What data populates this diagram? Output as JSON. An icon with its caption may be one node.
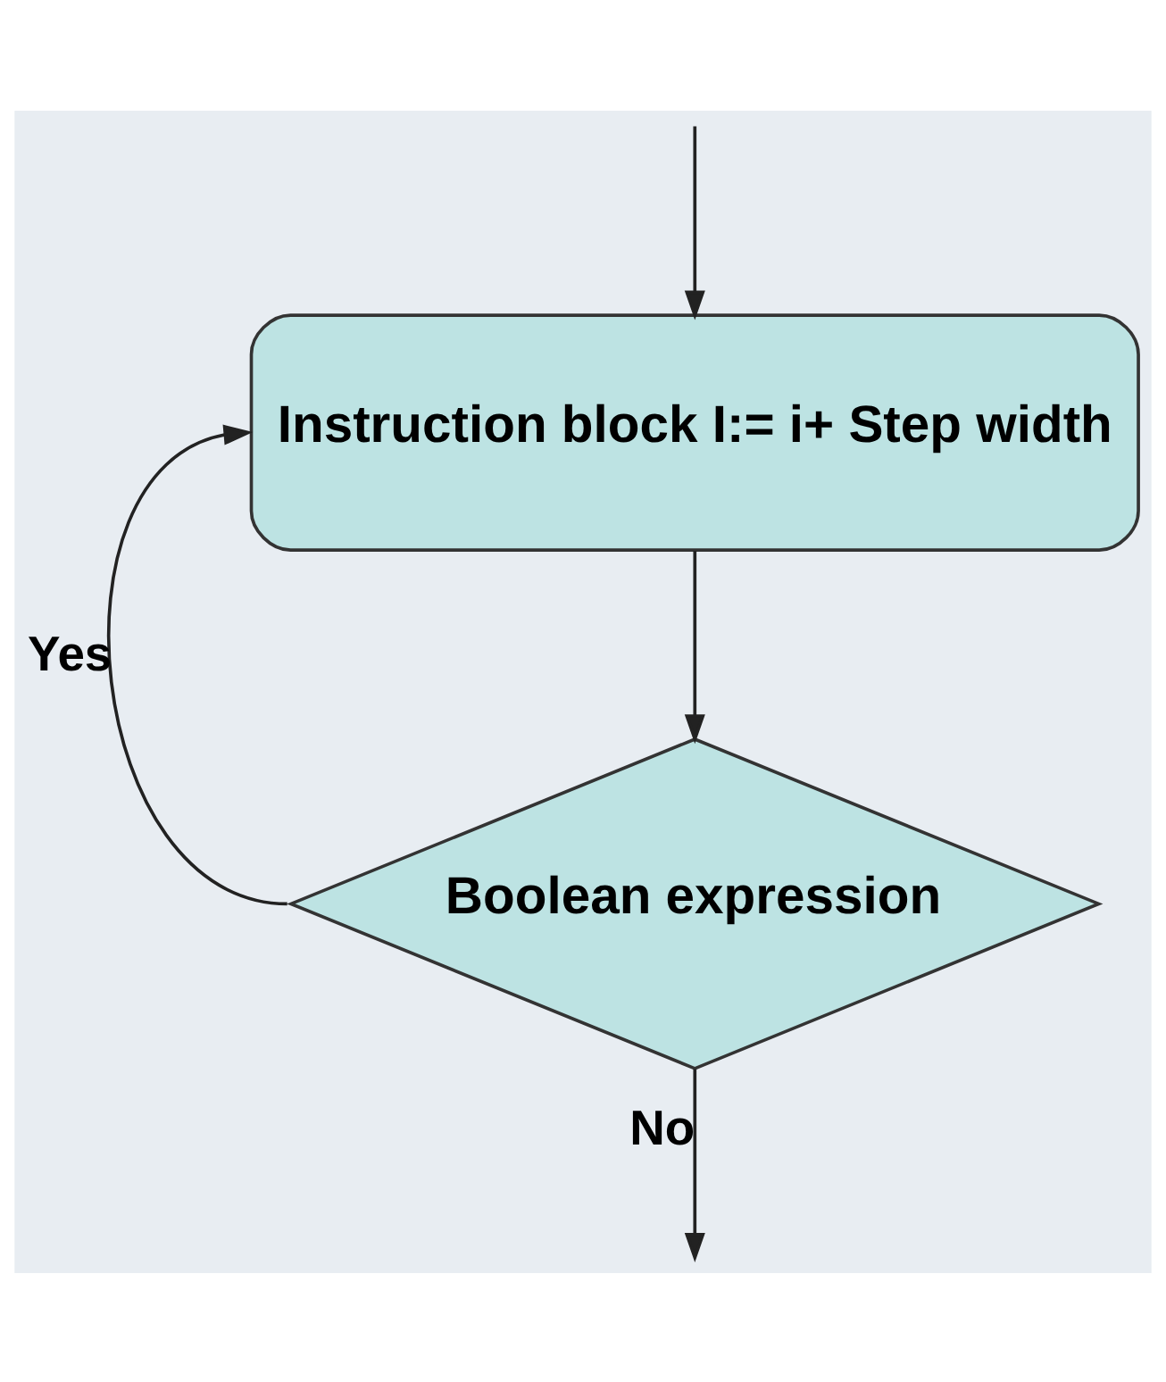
{
  "diagram": {
    "nodes": [
      {
        "text": [
          "Instruction block I:= i+ Step width"
        ]
      },
      {
        "text": [
          "Boolean expression"
        ]
      }
    ],
    "edges": [
      {
        "from": null,
        "to": 0,
        "arrow": "to"
      },
      {
        "from": 0,
        "to": 1,
        "arrow": "to"
      },
      {
        "from": 1,
        "to": 0,
        "arrow": "to",
        "label": "Yes"
      },
      {
        "from": 1,
        "to": null,
        "arrow": "to",
        "label": "No"
      }
    ]
  }
}
